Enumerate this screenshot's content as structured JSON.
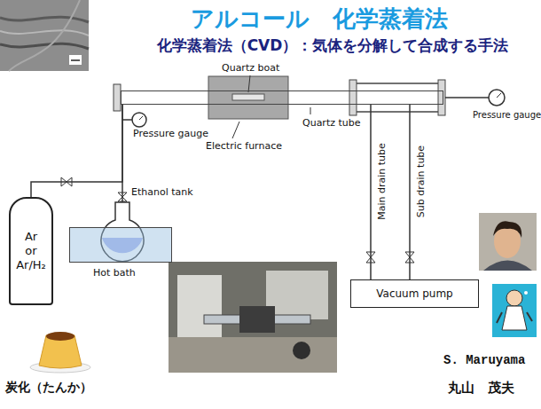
{
  "diagram": {
    "title": "アルコール　化学蒸着法",
    "nodes": [
      {
        "text": [
          "Ar or Ar/H₂"
        ]
      },
      {
        "text": [
          "Ethanol tank"
        ]
      },
      {
        "text": [
          "Hot bath"
        ]
      },
      {
        "text": [
          "Quartz tube"
        ]
      },
      {
        "text": [
          "Vacuum pump"
        ]
      }
    ],
    "edges": [
      {
        "from": 0,
        "to": 3,
        "arrow": "none"
      },
      {
        "from": 1,
        "to": 3,
        "arrow": "none"
      },
      {
        "from": 3,
        "to": 4,
        "label": "Main drain tube",
        "arrow": "none"
      },
      {
        "from": 3,
        "to": 4,
        "label": "Sub drain tube",
        "arrow": "none"
      }
    ],
    "labels": [
      "化学蒸着法（CVD）：気体を分解して合成する手法",
      "Quartz boat",
      "Electric furnace",
      "Pressure gauge",
      "Pressure gauge",
      "炭化（たんか）",
      "S. Maruyama",
      "丸山　茂夫"
    ]
  }
}
